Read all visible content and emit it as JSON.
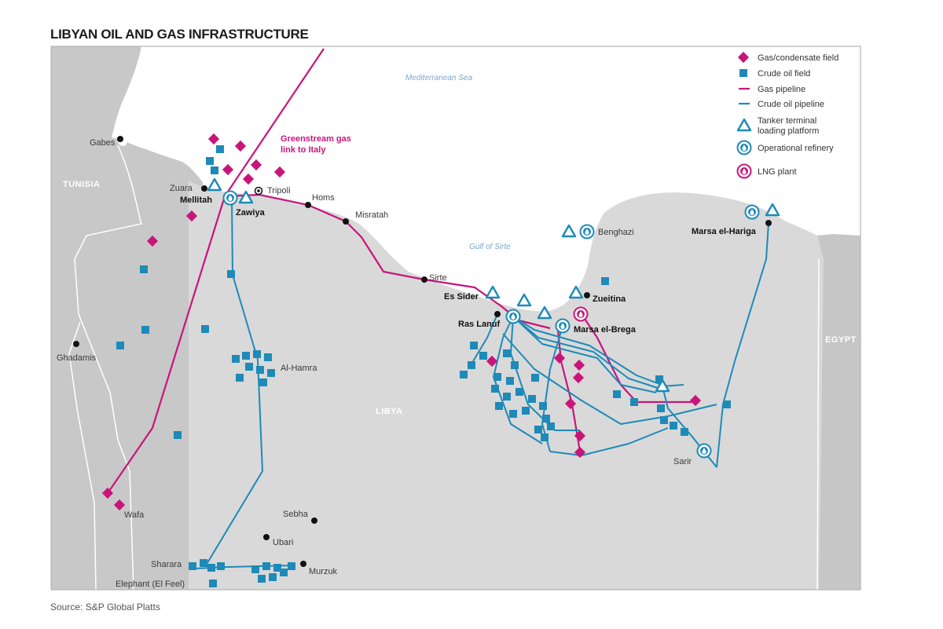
{
  "title": "LIBYAN OIL AND GAS INFRASTRUCTURE",
  "source": "Source: S&P Global Platts",
  "colors": {
    "gas": "#c8157a",
    "oil": "#1d8ab8",
    "land": "#d6d6d6",
    "neighbor": "#c4c4c4",
    "sea": "#ffffff",
    "border": "#aaaaaa"
  },
  "legend": {
    "gas_field": "Gas/condensate field",
    "crude_field": "Crude oil field",
    "gas_pipeline": "Gas pipeline",
    "oil_pipeline": "Crude oil pipeline",
    "tanker_line1": "Tanker terminal",
    "tanker_line2": "loading platform",
    "refinery": "Operational refinery",
    "lng": "LNG plant"
  },
  "labels": {
    "sea_med": "Mediterranean Sea",
    "sea_sirte": "Gulf of Sirte",
    "country_tunisia": "TUNISIA",
    "country_libya": "LIBYA",
    "country_egypt": "EGYPT",
    "greenstream_1": "Greenstream gas",
    "greenstream_2": "link to Italy"
  },
  "places": {
    "gabes": "Gabes",
    "zuara": "Zuara",
    "mellitah": "Mellitah",
    "zawiya": "Zawiya",
    "tripoli": "Tripoli",
    "homs": "Homs",
    "misratah": "Misratah",
    "sirte": "Sirte",
    "es_sider": "Es Sider",
    "ras_lanuf": "Ras Lanuf",
    "zueitina": "Zueitina",
    "marsa_brega": "Marsa el-Brega",
    "benghazi": "Benghazi",
    "marsa_hariga": "Marsa el-Hariga",
    "ghadamis": "Ghadamis",
    "al_hamra": "Al-Hamra",
    "sarir": "Sarir",
    "sebha": "Sebha",
    "ubari": "Ubari",
    "wafa": "Wafa",
    "sharara": "Sharara",
    "murzuk": "Murzuk",
    "elephant": "Elephant (El Feel)"
  }
}
